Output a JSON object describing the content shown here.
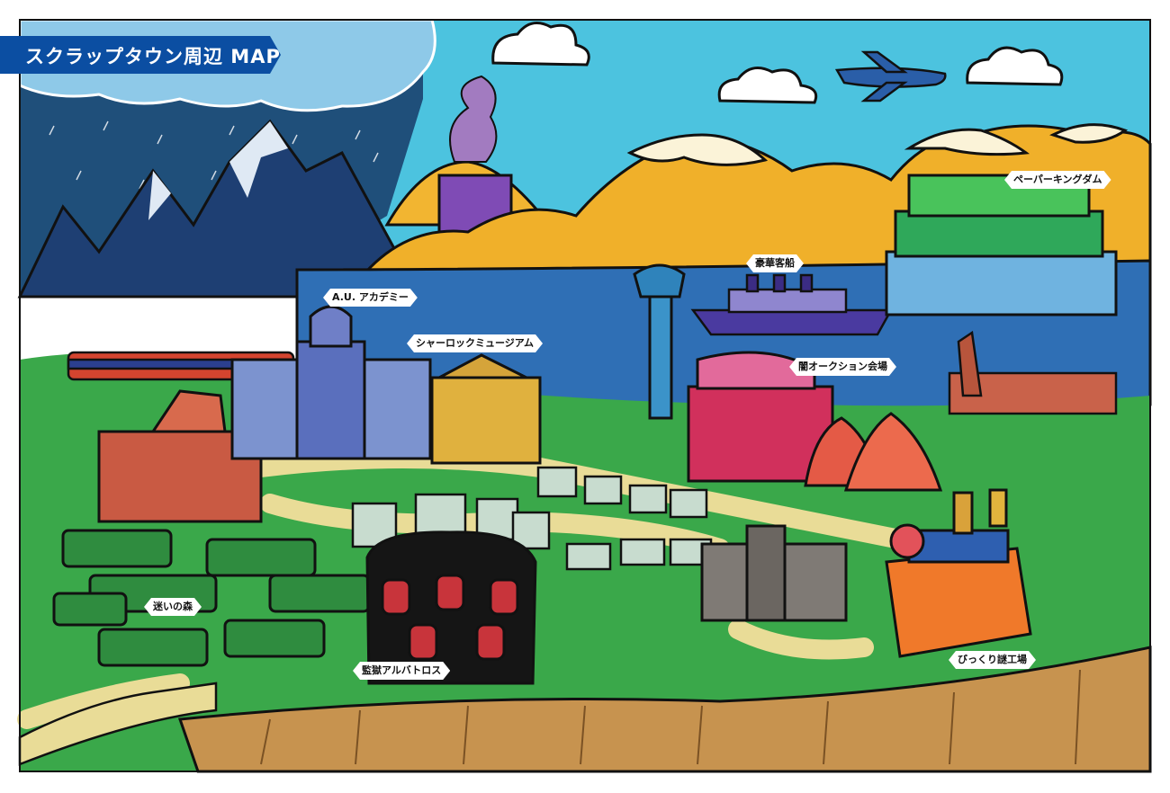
{
  "map": {
    "title": "スクラップタウン周辺 MAP",
    "colors": {
      "banner": "#0b4ea2",
      "sky": "#4cc3df",
      "storm_sky": "#1f4f7a",
      "lake": "#2f6fb5",
      "grass": "#3aa84a",
      "path": "#e9dc97",
      "cliff": "#c7934f"
    },
    "places": [
      {
        "id": "academy",
        "name": "A.U. アカデミー"
      },
      {
        "id": "museum",
        "name": "シャーロックミュージアム"
      },
      {
        "id": "liner",
        "name": "豪華客船"
      },
      {
        "id": "paper-kingdom",
        "name": "ペーパーキングダム"
      },
      {
        "id": "auction",
        "name": "闇オークション会場"
      },
      {
        "id": "forest",
        "name": "迷いの森"
      },
      {
        "id": "prison",
        "name": "監獄アルバトロス"
      },
      {
        "id": "factory",
        "name": "びっくり謎工場"
      }
    ]
  }
}
